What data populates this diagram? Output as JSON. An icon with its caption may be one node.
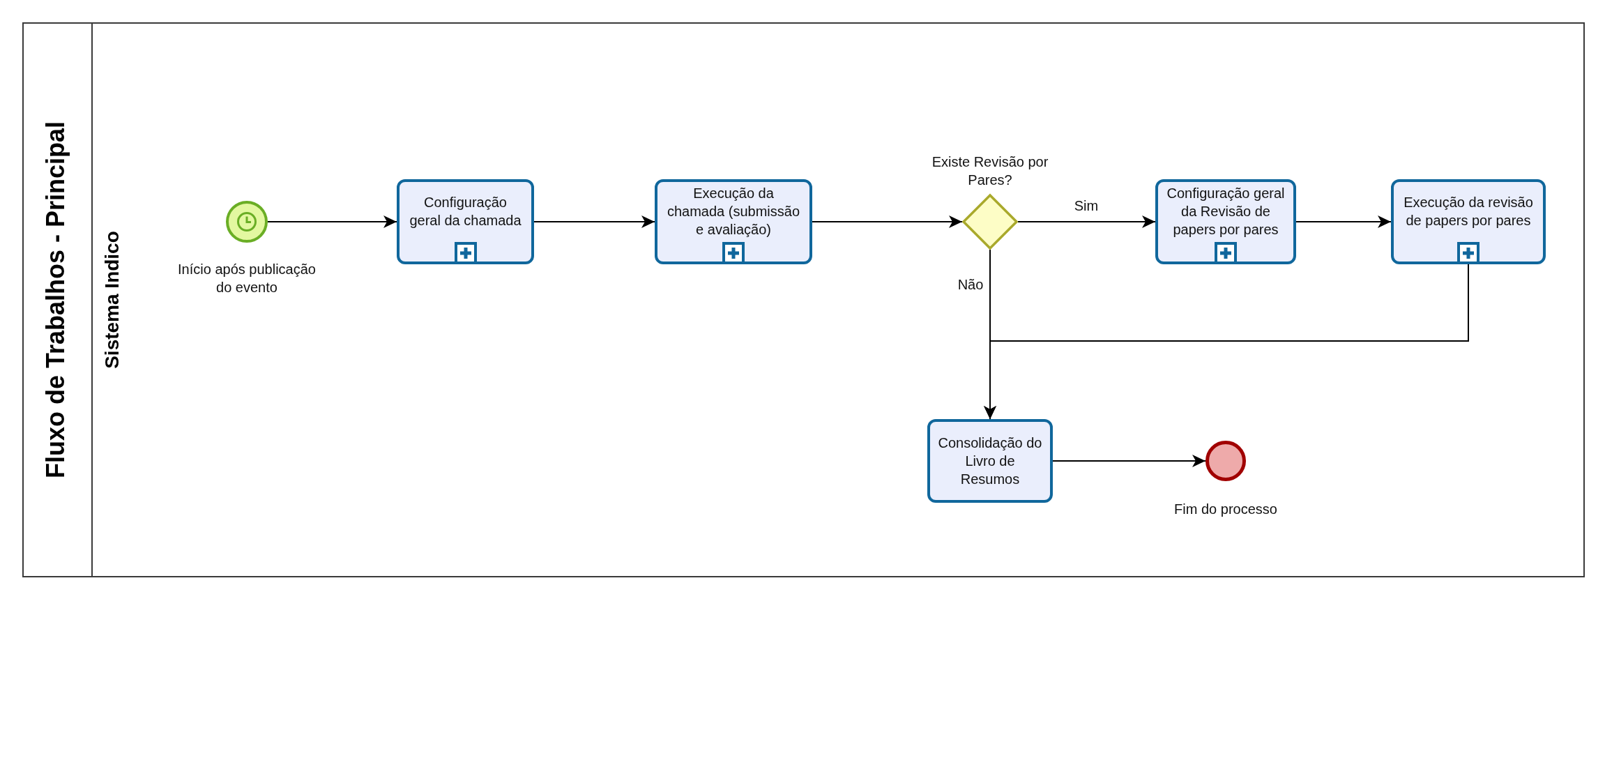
{
  "diagram": {
    "nodes": [
      {
        "text": [
          "Fluxo de Trabalhos - Principal"
        ]
      },
      {
        "text": [
          "Sistema Indico"
        ],
        "in": 0
      },
      {
        "text": [],
        "shape": "circle",
        "in": 1,
        "beside": [
          "Início após publicação do evento"
        ]
      },
      {
        "text": [
          "Configuração geral da chamada"
        ],
        "in": 1
      },
      {
        "text": [
          "Execução da chamada (submissão e avaliação)"
        ],
        "in": 1
      },
      {
        "text": [],
        "shape": "diamond",
        "in": 1,
        "beside": [
          "Existe Revisão por Pares?"
        ]
      },
      {
        "text": [
          "Configuração geral da Revisão de papers por pares"
        ],
        "in": 1
      },
      {
        "text": [
          "Execução da revisão de papers por pares"
        ],
        "in": 1
      },
      {
        "text": [
          "Consolidação do Livro de Resumos"
        ],
        "in": 1
      },
      {
        "text": [],
        "shape": "circle",
        "in": 1,
        "beside": [
          "Fim do processo"
        ]
      }
    ],
    "edges": [
      {
        "from": 2,
        "to": 3,
        "arrow": "to"
      },
      {
        "from": 3,
        "to": 4,
        "arrow": "to"
      },
      {
        "from": 4,
        "to": 5,
        "arrow": "to"
      },
      {
        "from": 5,
        "to": 6,
        "arrow": "to",
        "label": "Sim"
      },
      {
        "from": 6,
        "to": 7,
        "arrow": "to"
      },
      {
        "from": 5,
        "to": 8,
        "arrow": "to",
        "label": "Não"
      },
      {
        "from": 7,
        "to": 8,
        "arrow": "to"
      },
      {
        "from": 8,
        "to": 9,
        "arrow": "to"
      }
    ]
  }
}
